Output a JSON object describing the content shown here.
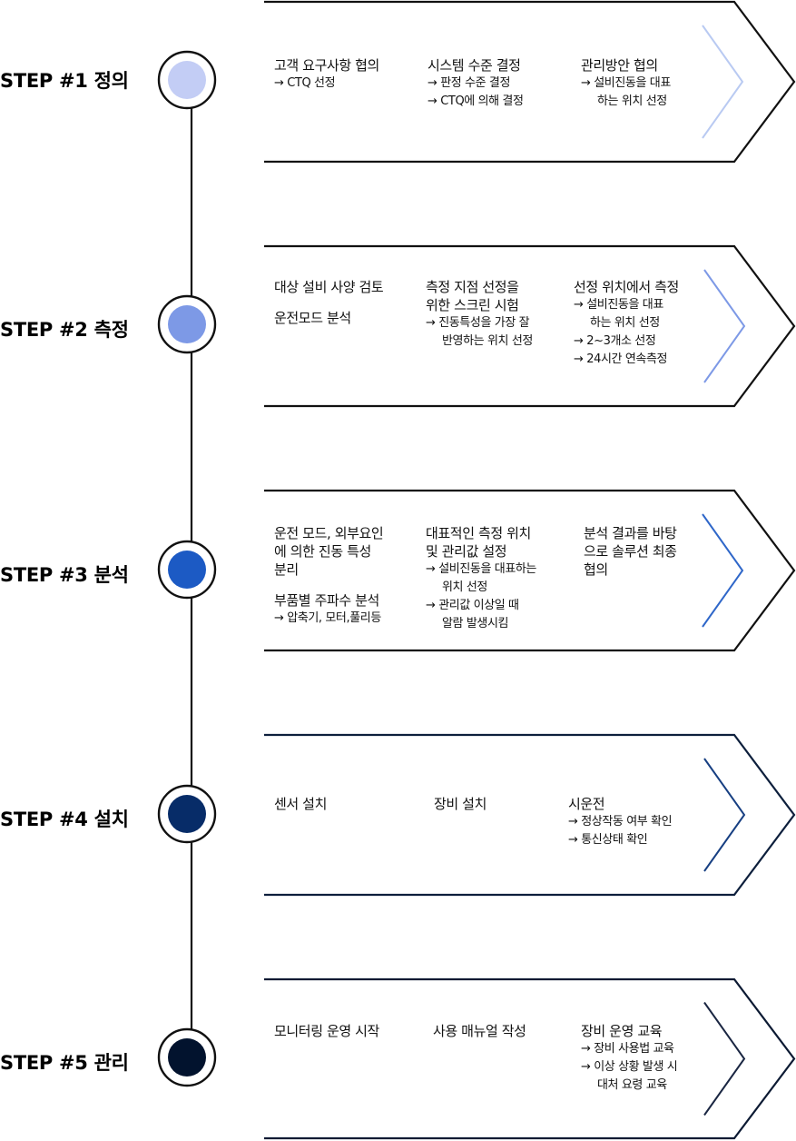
{
  "colors": {
    "line": "#111111",
    "step1": "#c3cdf5",
    "step2": "#7d99e6",
    "step3": "#1c5ac4",
    "step4": "#072c68",
    "step5": "#02132e",
    "chev1": "#b9caf2",
    "chev2": "#7d99e6",
    "chev3": "#2f67c9",
    "chev4": "#173f82",
    "chev5": "#1a2642",
    "frame1": "#111111",
    "frame2": "#111111",
    "frame3": "#111111",
    "frame4": "#0d1f3c",
    "frame5": "#0c1a33"
  },
  "steps": [
    {
      "label": "STEP #1  정의",
      "cols": [
        {
          "titles": [
            "고객 요구사항 협의"
          ],
          "subs": [
            {
              "t": "→  CTQ 선정"
            }
          ]
        },
        {
          "titles": [
            "시스템 수준 결정"
          ],
          "subs": [
            {
              "t": "→  판정 수준 결정"
            },
            {
              "t": "→  CTQ에 의해 결정"
            }
          ]
        },
        {
          "titles": [
            "관리방안 협의"
          ],
          "subs": [
            {
              "t": "→  설비진동을 대표"
            },
            {
              "t": "하는 위치 선정",
              "indent": true
            }
          ]
        }
      ]
    },
    {
      "label": "STEP #2  측정",
      "cols": [
        {
          "titles": [
            "대상 설비 사양 검토",
            "운전모드 분석"
          ],
          "subs": []
        },
        {
          "titles": [
            "측정 지점 선정을",
            "위한 스크린 시험"
          ],
          "subs": [
            {
              "t": "→ 진동특성을 가장 잘"
            },
            {
              "t": "반영하는 위치 선정",
              "indent": true
            }
          ]
        },
        {
          "titles": [
            "선정 위치에서 측정"
          ],
          "subs": [
            {
              "t": "→ 설비진동을 대표"
            },
            {
              "t": "하는 위치 선정",
              "indent": true
            },
            {
              "t": "→ 2~3개소 선정"
            },
            {
              "t": "→ 24시간 연속측정"
            }
          ]
        }
      ]
    },
    {
      "label": "STEP #3  분석",
      "cols": [
        {
          "titles": [
            "운전 모드, 외부요인",
            "에 의한 진동 특성",
            "분리",
            "부품별 주파수 분석"
          ],
          "subs": [
            {
              "t": "→ 압축기, 모터,풀리등"
            }
          ]
        },
        {
          "titles": [
            "대표적인 측정 위치",
            "및 관리값 설정"
          ],
          "subs": [
            {
              "t": "→ 설비진동을 대표하는"
            },
            {
              "t": "위치 선정",
              "indent": true
            },
            {
              "t": "→ 관리값 이상일 때"
            },
            {
              "t": "알람 발생시킴",
              "indent": true
            }
          ]
        },
        {
          "titles": [
            "분석 결과를 바탕",
            "으로 솔루션 최종",
            "협의"
          ],
          "subs": []
        }
      ]
    },
    {
      "label": "STEP #4  설치",
      "cols": [
        {
          "titles": [
            "센서 설치"
          ],
          "subs": []
        },
        {
          "titles": [
            "장비 설치"
          ],
          "subs": []
        },
        {
          "titles": [
            "시운전"
          ],
          "subs": [
            {
              "t": "→ 정상작동 여부 확인"
            },
            {
              "t": "→ 통신상태 확인"
            }
          ]
        }
      ]
    },
    {
      "label": "STEP #5  관리",
      "cols": [
        {
          "titles": [
            "모니터링 운영 시작"
          ],
          "subs": []
        },
        {
          "titles": [
            "사용 매뉴얼 작성"
          ],
          "subs": []
        },
        {
          "titles": [
            "장비 운영 교육"
          ],
          "subs": [
            {
              "t": "→ 장비 사용법 교육"
            },
            {
              "t": "→ 이상 상황 발생 시"
            },
            {
              "t": "대처 요령 교육",
              "indent": true
            }
          ]
        }
      ]
    }
  ]
}
